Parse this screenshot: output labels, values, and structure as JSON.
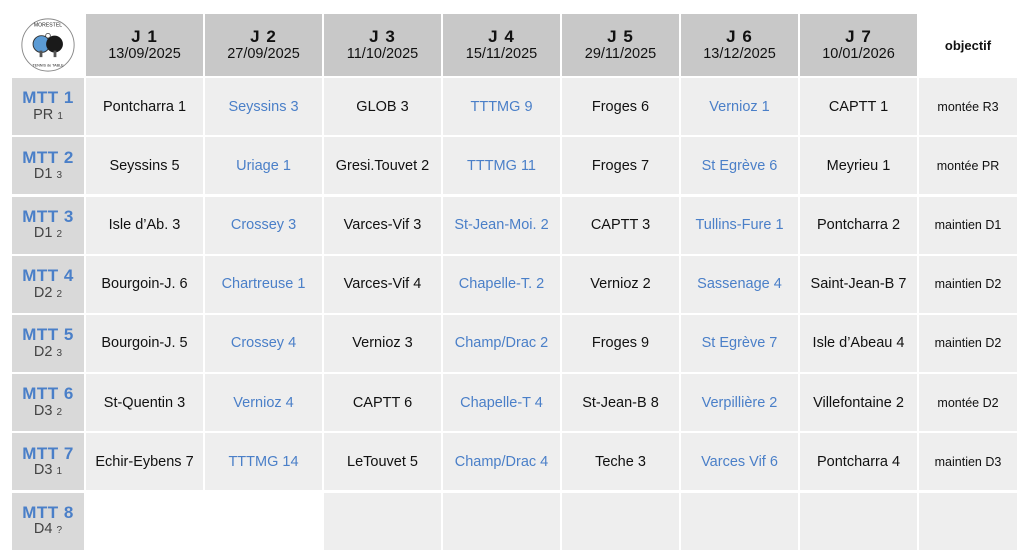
{
  "logo": {
    "top_text": "MORESTEL",
    "bottom_text": "TENNIS de TABLE"
  },
  "columns": [
    {
      "j": "J 1",
      "date": "13/09/2025"
    },
    {
      "j": "J 2",
      "date": "27/09/2025"
    },
    {
      "j": "J 3",
      "date": "11/10/2025"
    },
    {
      "j": "J 4",
      "date": "15/11/2025"
    },
    {
      "j": "J 5",
      "date": "29/11/2025"
    },
    {
      "j": "J 6",
      "date": "13/12/2025"
    },
    {
      "j": "J 7",
      "date": "10/01/2026"
    }
  ],
  "objectif_header": "objectif",
  "colors": {
    "home_away_blue": "#4a7fc8",
    "header_gray": "#c8c8c8",
    "cell_gray": "#eeeeee",
    "team_gray": "#d9d9d9"
  },
  "rows": [
    {
      "team": "MTT 1",
      "level": "PR",
      "level_num": "1",
      "matches": [
        "Pontcharra 1",
        "Seyssins 3",
        "GLOB 3",
        "TTTMG 9",
        "Froges 6",
        "Vernioz 1",
        "CAPTT 1"
      ],
      "objectif": "montée R3"
    },
    {
      "team": "MTT 2",
      "level": "D1",
      "level_num": "3",
      "matches": [
        "Seyssins 5",
        "Uriage 1",
        "Gresi.Touvet 2",
        "TTTMG 11",
        "Froges 7",
        "St Egrève 6",
        "Meyrieu 1"
      ],
      "objectif": "montée PR"
    },
    {
      "team": "MTT 3",
      "level": "D1",
      "level_num": "2",
      "matches": [
        "Isle d’Ab. 3",
        "Crossey 3",
        "Varces-Vif 3",
        "St-Jean-Moi. 2",
        "CAPTT 3",
        "Tullins-Fure 1",
        "Pontcharra 2"
      ],
      "objectif": "maintien D1"
    },
    {
      "team": "MTT 4",
      "level": "D2",
      "level_num": "2",
      "matches": [
        "Bourgoin-J. 6",
        "Chartreuse 1",
        "Varces-Vif 4",
        "Chapelle-T. 2",
        "Vernioz 2",
        "Sassenage 4",
        "Saint-Jean-B 7"
      ],
      "objectif": "maintien D2"
    },
    {
      "team": "MTT 5",
      "level": "D2",
      "level_num": "3",
      "matches": [
        "Bourgoin-J. 5",
        "Crossey 4",
        "Vernioz 3",
        "Champ/Drac 2",
        "Froges 9",
        "St Egrève 7",
        "Isle d’Abeau 4"
      ],
      "objectif": "maintien D2"
    },
    {
      "team": "MTT 6",
      "level": "D3",
      "level_num": "2",
      "matches": [
        "St-Quentin 3",
        "Vernioz 4",
        "CAPTT 6",
        "Chapelle-T 4",
        "St-Jean-B 8",
        "Verpillière 2",
        "Villefontaine 2"
      ],
      "objectif": "montée D2"
    },
    {
      "team": "MTT 7",
      "level": "D3",
      "level_num": "1",
      "matches": [
        "Echir-Eybens 7",
        "TTTMG 14",
        "LeTouvet 5",
        "Champ/Drac 4",
        "Teche 3",
        "Varces Vif 6",
        "Pontcharra 4"
      ],
      "objectif": "maintien D3"
    },
    {
      "team": "MTT 8",
      "level": "D4",
      "level_num": "?",
      "matches": [
        "",
        "",
        "",
        "",
        "",
        "",
        ""
      ],
      "objectif": ""
    }
  ]
}
